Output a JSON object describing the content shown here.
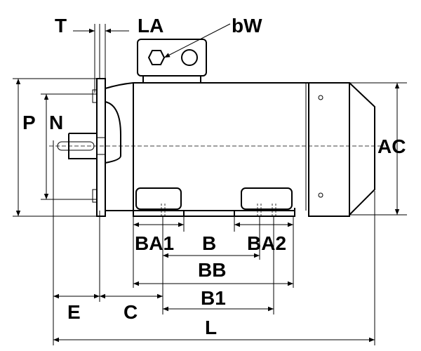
{
  "labels": {
    "T": "T",
    "LA": "LA",
    "bW": "bW",
    "P": "P",
    "N": "N",
    "AC": "AC",
    "BA1": "BA1",
    "B": "B",
    "BA2": "BA2",
    "BB": "BB",
    "B1": "B1",
    "E": "E",
    "C": "C",
    "L": "L"
  }
}
